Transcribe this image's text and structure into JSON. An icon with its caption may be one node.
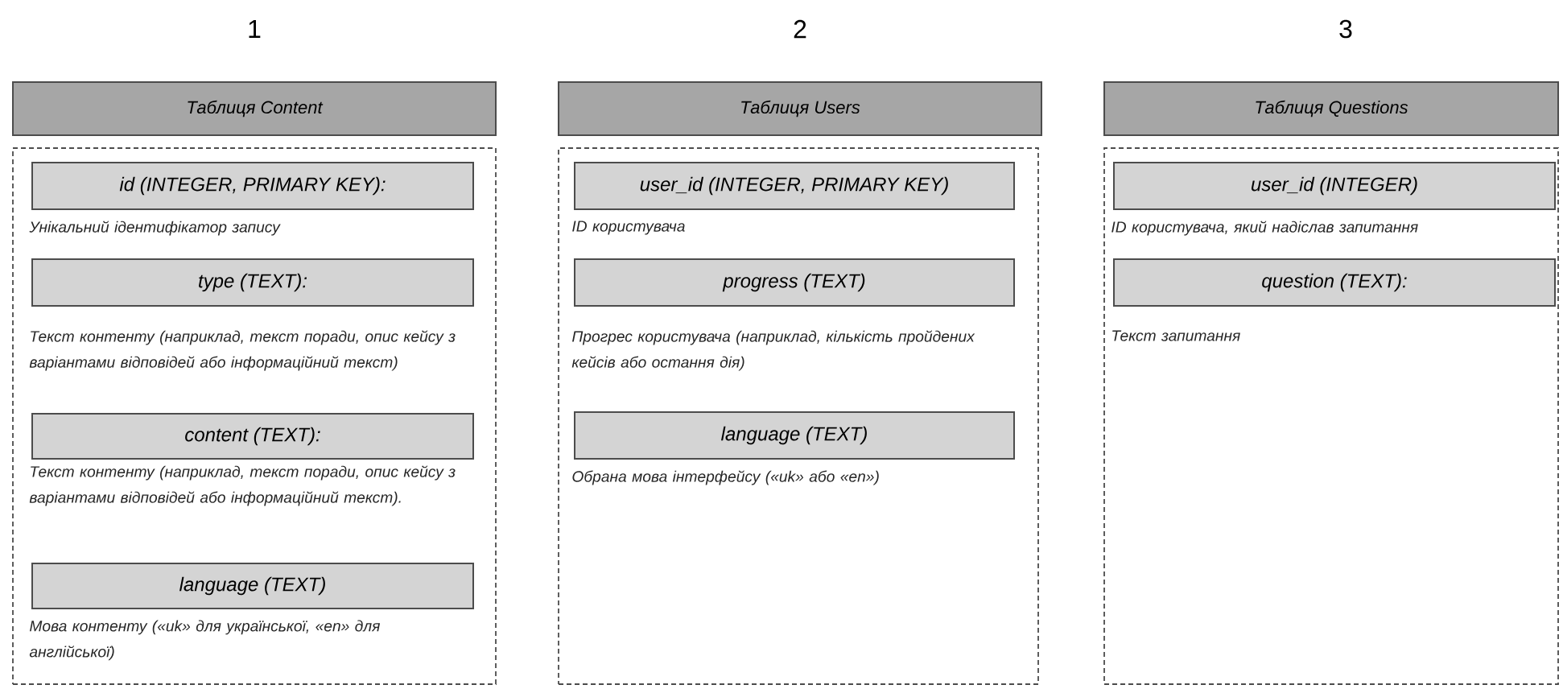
{
  "diagram": {
    "nodes": [
      {
        "text": [
          "Таблиця Content"
        ]
      },
      {
        "text": [],
        "shape": "box"
      },
      {
        "text": [
          "id (INTEGER, PRIMARY KEY):"
        ],
        "in": 1,
        "beside": [
          "Унікальний ідентифікатор запису"
        ]
      },
      {
        "text": [
          "type (TEXT):"
        ],
        "in": 1,
        "beside": [
          "Текст контенту (наприклад, текст поради, опис кейсу з варіантами відповідей або інформаційний текст)"
        ]
      },
      {
        "text": [
          "content (TEXT):"
        ],
        "in": 1,
        "beside": [
          "Текст контенту (наприклад, текст поради, опис кейсу з варіантами відповідей або інформаційний текст)."
        ]
      },
      {
        "text": [
          "language (TEXT)"
        ],
        "in": 1,
        "beside": [
          "Мова контенту («uk» для української, «en» для англійської)"
        ]
      },
      {
        "text": [
          "Таблиця Users"
        ]
      },
      {
        "text": [],
        "shape": "box"
      },
      {
        "text": [
          "user_id (INTEGER, PRIMARY KEY)"
        ],
        "in": 7,
        "beside": [
          "ID користувача"
        ]
      },
      {
        "text": [
          "progress (TEXT)"
        ],
        "in": 7,
        "beside": [
          "Прогрес користувача (наприклад, кількість пройдених кейсів або остання дія)"
        ]
      },
      {
        "text": [
          "language (TEXT)"
        ],
        "in": 7,
        "beside": [
          "Обрана мова інтерфейсу («uk» або «en»)"
        ]
      },
      {
        "text": [
          "Таблиця Questions"
        ]
      },
      {
        "text": [],
        "shape": "box"
      },
      {
        "text": [
          "user_id (INTEGER)"
        ],
        "in": 12,
        "beside": [
          "ID користувача, який надіслав запитання"
        ]
      },
      {
        "text": [
          "question (TEXT):"
        ],
        "in": 12,
        "beside": [
          "Текст запитання"
        ]
      }
    ],
    "labels": [
      "1",
      "2",
      "3"
    ]
  }
}
